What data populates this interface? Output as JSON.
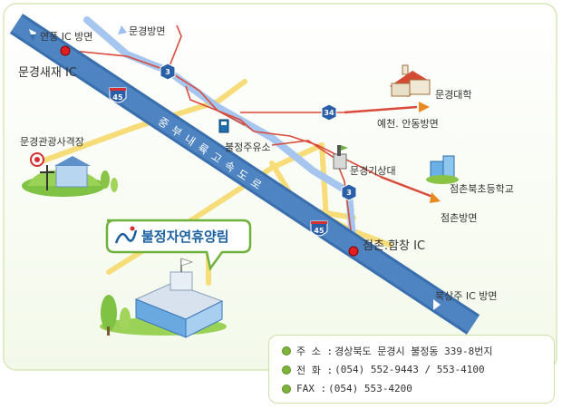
{
  "map": {
    "ic": {
      "yeonpung_dir": "연풍 IC 방면",
      "mungyeong_saejae": "문경새재 IC",
      "jeomchon_hamchang": "점촌.함창 IC",
      "buksangju_dir": "북상주 IC 방면"
    },
    "directions": {
      "mungyeong": "문경방면",
      "yecheon_andong": "예천. 안동방면",
      "jeomchon": "점촌방면"
    },
    "places": {
      "tourist_range": "문경관광사격장",
      "mungyeong_univ": "문경대학",
      "gas_station": "불정주유소",
      "weather_station": "문경기상대",
      "elementary_school": "점촌북초등학교"
    },
    "highway_name": "중부내륙고속도로",
    "highway_chars": [
      "중",
      "부",
      "내",
      "륙",
      "고",
      "속",
      "도",
      "로"
    ],
    "route_shields": {
      "r3_top": "3",
      "r3_bottom": "3",
      "r34": "34",
      "e45_top": "45",
      "e45_bottom": "45"
    },
    "resort": {
      "name": "불정자연휴양림"
    }
  },
  "colors": {
    "highway": "#3a6fae",
    "highway_fill": "#8fb4e8",
    "road_red": "#d94a3a",
    "road_yellow": "#f5d46a",
    "route_blue": "#9cc0ef",
    "accent_green": "#7fb43a"
  },
  "info": {
    "address_label": "주 소 :",
    "address": "경상북도 문경시 불정동 339-8번지",
    "phone_label": "전 화 :",
    "phone": "(054) 552-9443 / 553-4100",
    "fax_label": "FAX  :",
    "fax": "(054) 553-4200"
  }
}
